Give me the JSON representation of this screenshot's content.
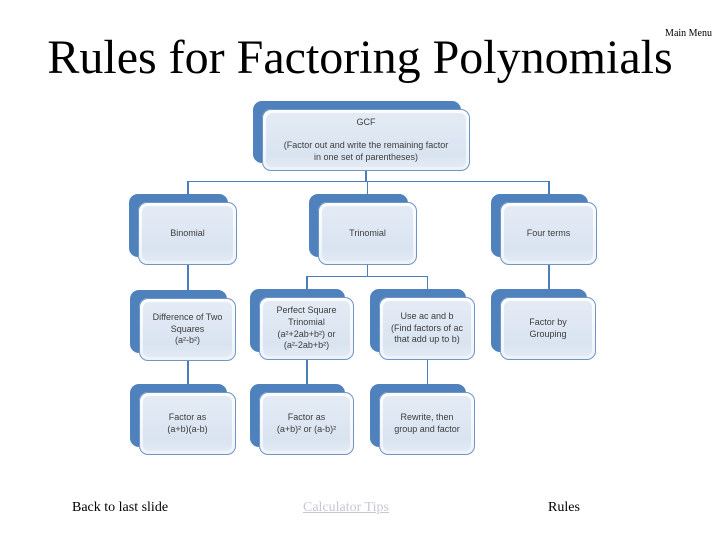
{
  "header": {
    "title": "Rules for Factoring Polynomials",
    "main_menu": "Main Menu"
  },
  "diagram": {
    "nodes": {
      "gcf": "GCF\n\n(Factor out and write the remaining factor\nin one set of parentheses)",
      "binomial": "Binomial",
      "trinomial": "Trinomial",
      "four_terms": "Four terms",
      "diff_squares": "Difference of Two\nSquares\n(a²-b²)",
      "perfect_square": "Perfect Square\nTrinomial\n(a²+2ab+b²) or\n(a²-2ab+b²)",
      "use_ac": "Use ac and b\n(Find factors of ac\nthat add up to b)",
      "factor_grouping": "Factor by\nGrouping",
      "factor_ab": "Factor as\n(a+b)(a-b)",
      "factor_sq": "Factor as\n(a+b)² or (a-b)²",
      "rewrite": "Rewrite, then\ngroup and factor"
    }
  },
  "footer": {
    "back": "Back to last slide",
    "calculator_tips": "Calculator Tips",
    "rules": "Rules"
  },
  "colors": {
    "shadow_blue": "#4f81bd",
    "connector_blue": "#4a7ebb",
    "panel_blue": "#dde7f3",
    "border_blue": "#6f95c5",
    "faded_link": "#c6c8d8"
  }
}
